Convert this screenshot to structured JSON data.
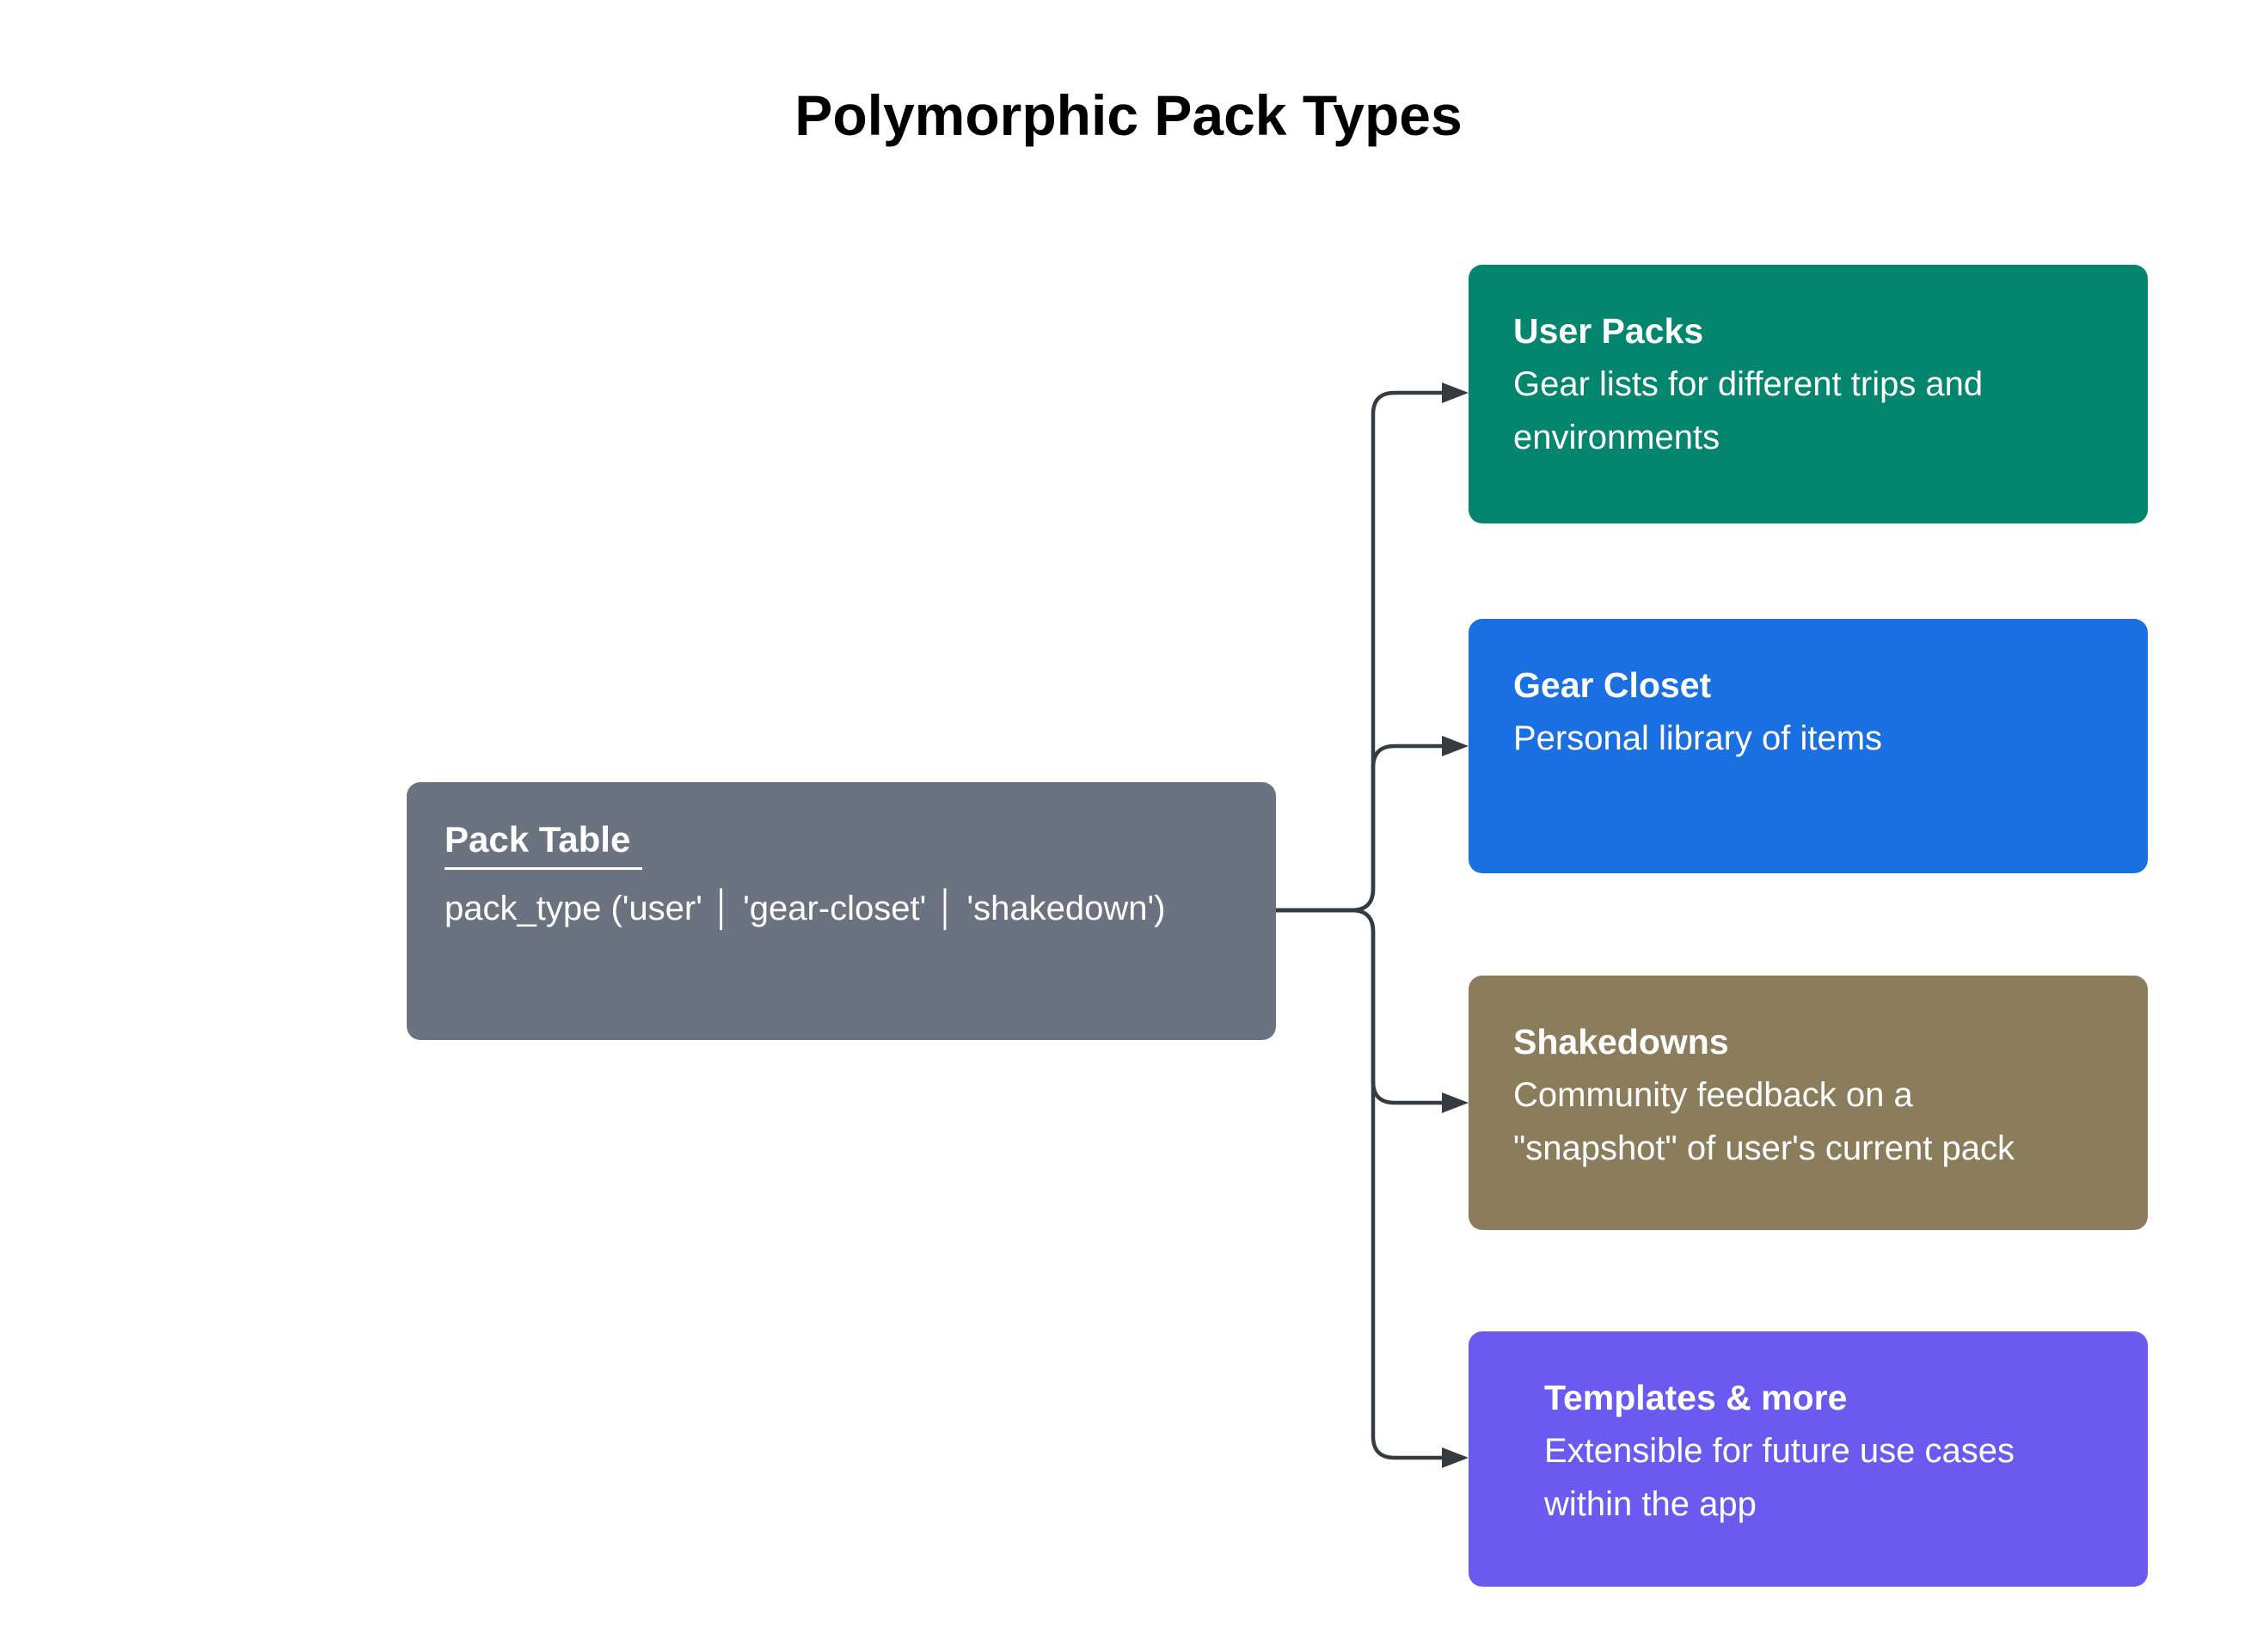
{
  "diagram_title": "Polymorphic Pack Types",
  "source_node": {
    "title": "Pack Table",
    "body": "pack_type ('user' │ 'gear-closet' │ 'shakedown')",
    "color": "#6B7380"
  },
  "nodes": {
    "user_packs": {
      "title": "User Packs",
      "body_lines": [
        "Gear lists for different trips and",
        "environments"
      ],
      "color": "#04856E"
    },
    "gear_closet": {
      "title": "Gear Closet",
      "body_lines": [
        "Personal library of items"
      ],
      "color": "#1A70E0"
    },
    "shakedowns": {
      "title": "Shakedowns",
      "body_lines": [
        "Community feedback on a",
        "\"snapshot\" of user's current pack"
      ],
      "color": "#8B7D5C"
    },
    "templates": {
      "title": "Templates & more",
      "body_lines": [
        "Extensible for future use cases",
        "within the app"
      ],
      "color": "#6A5AF0"
    }
  },
  "connector_color": "#353B41",
  "text_color": "#FFFFFF",
  "title_color": "#000000",
  "background_color": "#FFFFFF"
}
